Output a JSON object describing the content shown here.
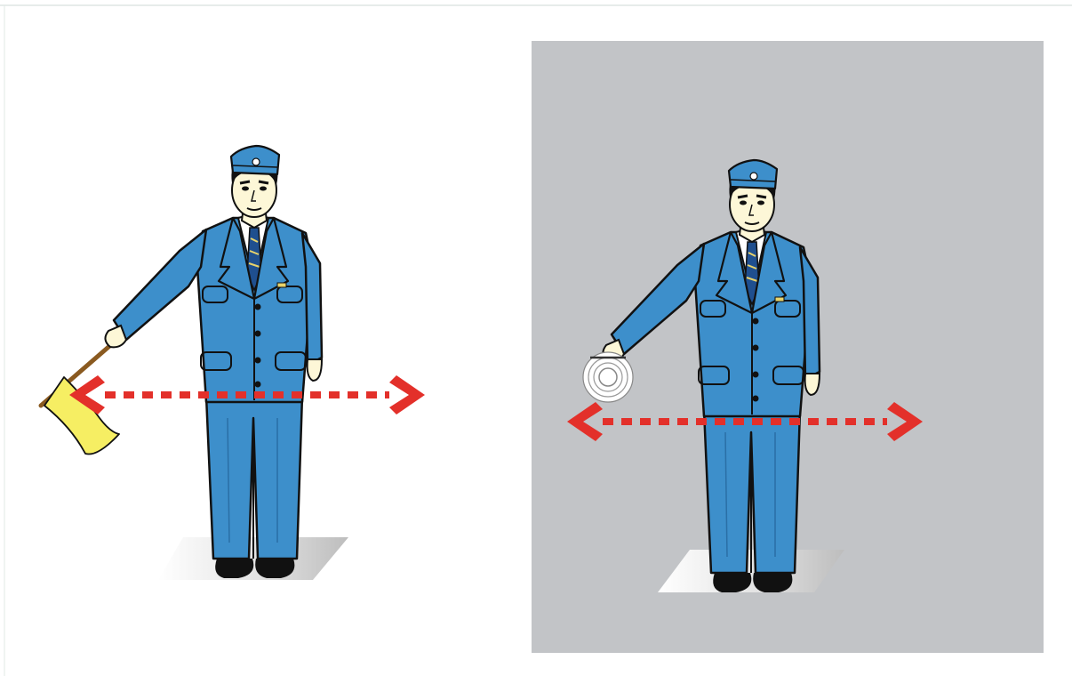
{
  "panels": [
    {
      "name": "day-signal",
      "background": "#ffffff",
      "figure": "signalman-in-blue-uniform",
      "held_item": "flag-icon",
      "held_item_color": "#f6ee63",
      "arrow": "double-headed-dotted-arrow"
    },
    {
      "name": "night-signal",
      "background": "#c2c4c7",
      "figure": "signalman-in-blue-uniform",
      "held_item": "signal-lamp-icon",
      "held_item_color": "#ffffff",
      "arrow": "double-headed-dotted-arrow"
    }
  ],
  "colors": {
    "uniform_blue": "#3d8fcb",
    "outline": "#111111",
    "skin": "#fdf7d7",
    "arrow_red": "#e3302a",
    "shadow_gray": "#e6e6e6"
  }
}
